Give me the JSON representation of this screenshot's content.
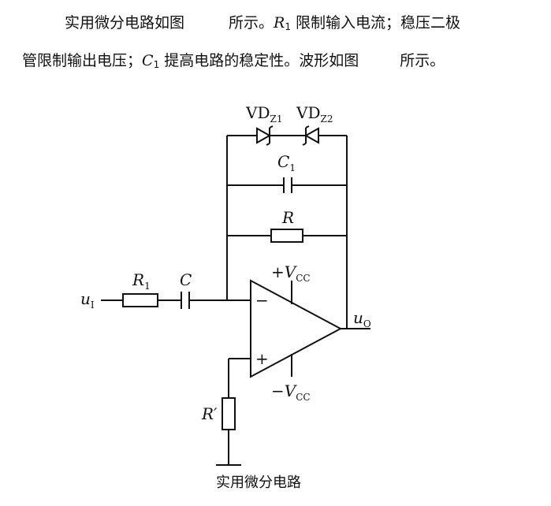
{
  "text": {
    "line1_a": "实用微分电路如图",
    "line1_b": "所示。",
    "line1_r1": "R",
    "line1_r1_sub": "1",
    "line1_c": " 限制输入电流；稳压二极",
    "line2_a": "管限制输出电压；",
    "line2_c1": "C",
    "line2_c1_sub": "1",
    "line2_b": " 提高电路的稳定性。波形如图",
    "line2_c": "所示。"
  },
  "circuit": {
    "vdz1": "VD",
    "vdz1_sub": "Z1",
    "vdz2": "VD",
    "vdz2_sub": "Z2",
    "c1": "C",
    "c1_sub": "1",
    "r": "R",
    "r1": "R",
    "r1_sub": "1",
    "c": "C",
    "ui": "u",
    "ui_sub": "I",
    "uo": "u",
    "uo_sub": "O",
    "vcc_pos_sign": "+",
    "vcc": "V",
    "vcc_sub": "CC",
    "vcc_neg_sign": "−",
    "minus": "−",
    "plus": "+",
    "rprime": "R′",
    "caption": "实用微分电路"
  }
}
